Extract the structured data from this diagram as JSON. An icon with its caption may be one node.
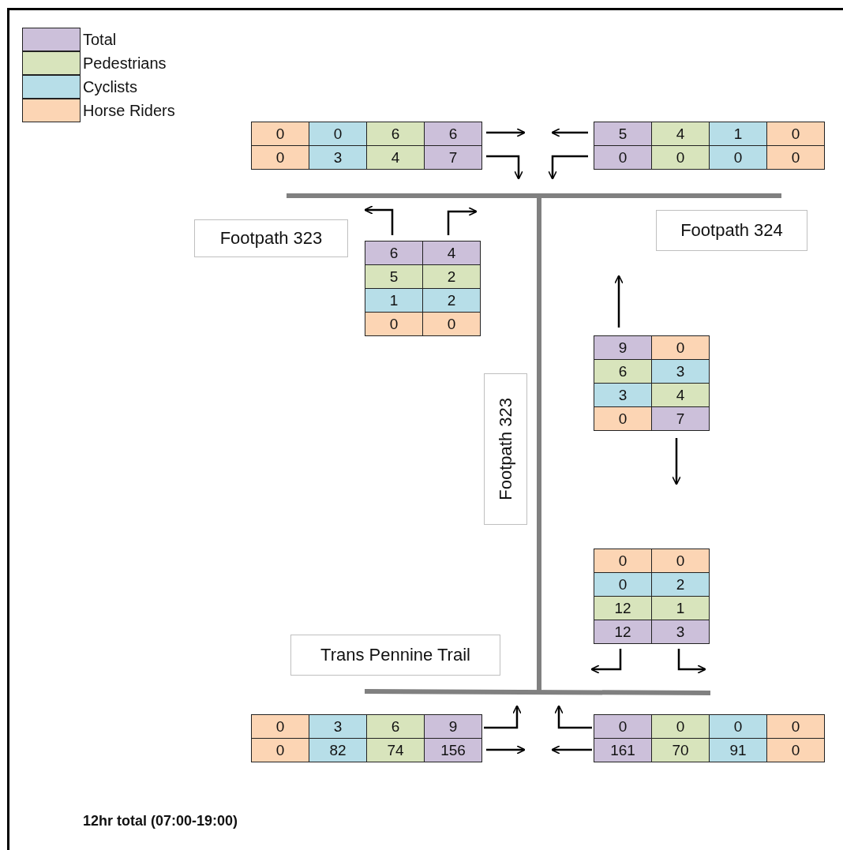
{
  "diagram": {
    "caption": "12hr total (07:00-19:00)",
    "nodes": [
      {
        "text": [
          "Footpath 323"
        ]
      },
      {
        "text": [
          "Footpath 324"
        ]
      },
      {
        "text": [
          "Footpath 323"
        ]
      },
      {
        "text": [
          "Trans Pennine Trail"
        ]
      }
    ],
    "labels": [
      "0",
      "0",
      "6",
      "6",
      "0",
      "3",
      "4",
      "7",
      "5",
      "4",
      "1",
      "0",
      "0",
      "0",
      "0",
      "0",
      "6",
      "4",
      "5",
      "2",
      "1",
      "2",
      "0",
      "0",
      "9",
      "0",
      "6",
      "3",
      "3",
      "4",
      "0",
      "7",
      "0",
      "0",
      "0",
      "2",
      "12",
      "1",
      "12",
      "3",
      "0",
      "3",
      "6",
      "9",
      "0",
      "82",
      "74",
      "156",
      "0",
      "0",
      "0",
      "0",
      "161",
      "70",
      "91",
      "0"
    ],
    "legend": [
      {
        "text": "Total",
        "color": "#ccc0da"
      },
      {
        "text": "Pedestrians",
        "color": "#d8e4bc"
      },
      {
        "text": "Cyclists",
        "color": "#b7dee8"
      },
      {
        "text": "Horse Riders",
        "color": "#fcd5b4"
      }
    ]
  }
}
